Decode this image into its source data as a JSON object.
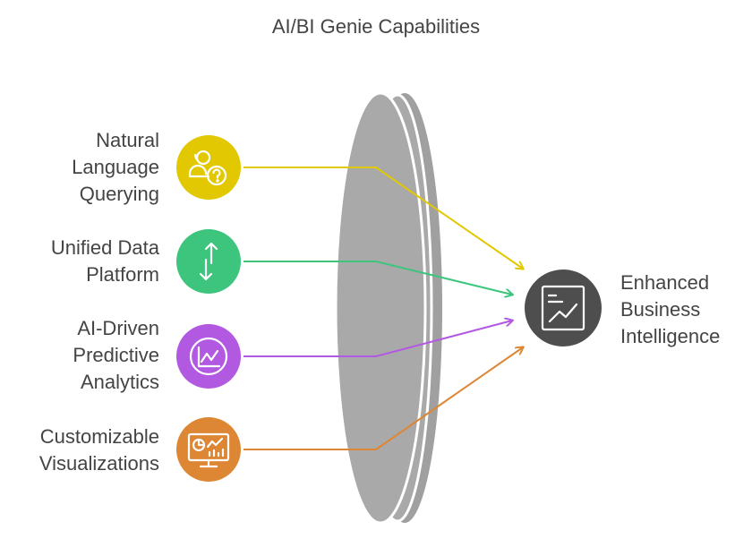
{
  "title": "AI/BI Genie Capabilities",
  "inputs": [
    {
      "lines": [
        "Natural",
        "Language",
        "Querying"
      ],
      "color": "#E2C800",
      "icon": "user-question-icon"
    },
    {
      "lines": [
        "Unified Data",
        "Platform"
      ],
      "color": "#3DC57E",
      "icon": "up-down-arrows-icon"
    },
    {
      "lines": [
        "AI-Driven",
        "Predictive",
        "Analytics"
      ],
      "color": "#B259E2",
      "icon": "line-chart-icon"
    },
    {
      "lines": [
        "Customizable",
        "Visualizations"
      ],
      "color": "#DD8634",
      "icon": "monitor-dashboard-icon"
    }
  ],
  "output": {
    "lines": [
      "Enhanced",
      "Business",
      "Intelligence"
    ],
    "color": "#4E4E4E",
    "icon": "trend-chart-icon"
  },
  "lens_color": "#A9A9A9"
}
